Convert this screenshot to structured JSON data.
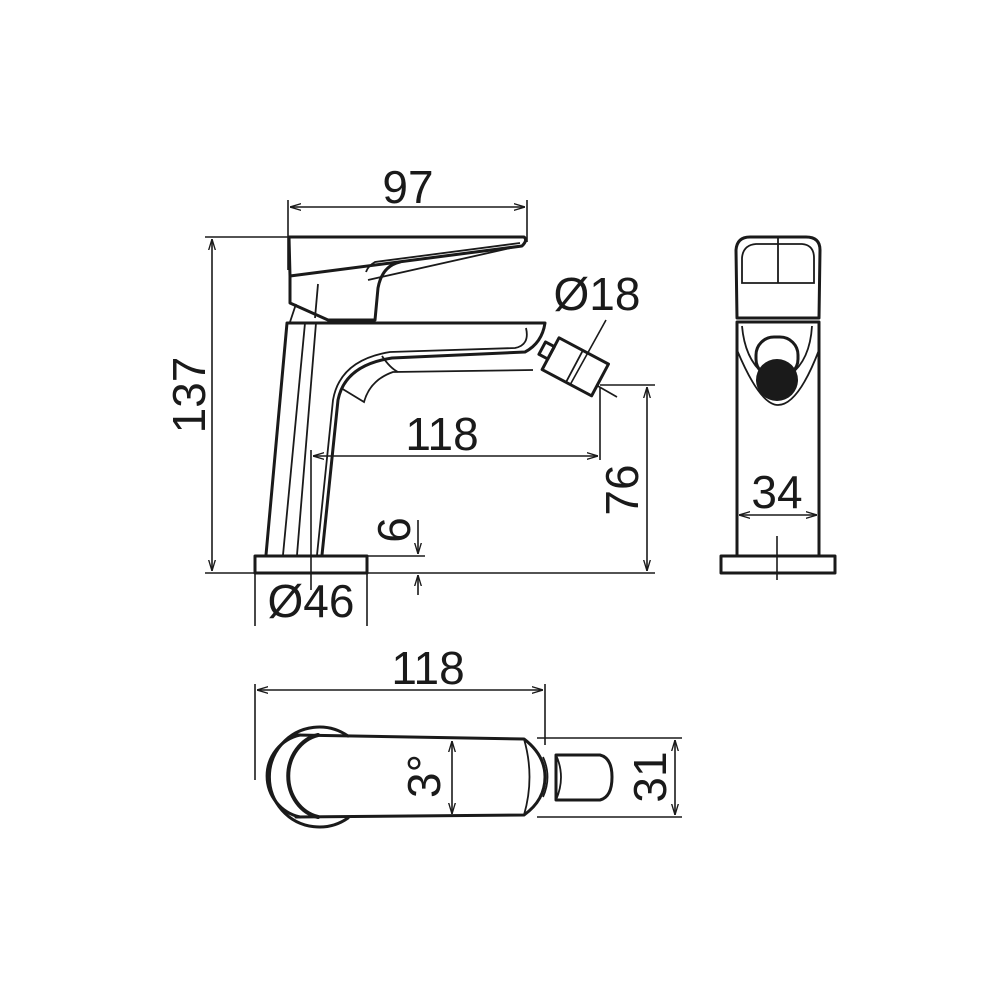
{
  "drawing": {
    "side_view": {
      "width_label": "97",
      "height_label": "137",
      "nozzle_diameter_label": "Ø18",
      "reach_label": "118",
      "nozzle_height_label": "76",
      "base_thickness_label": "6",
      "base_diameter_label": "Ø46"
    },
    "front_view": {
      "body_width_label": "34"
    },
    "top_view": {
      "length_label": "118",
      "angle_label": "3°",
      "width_label": "31"
    }
  }
}
